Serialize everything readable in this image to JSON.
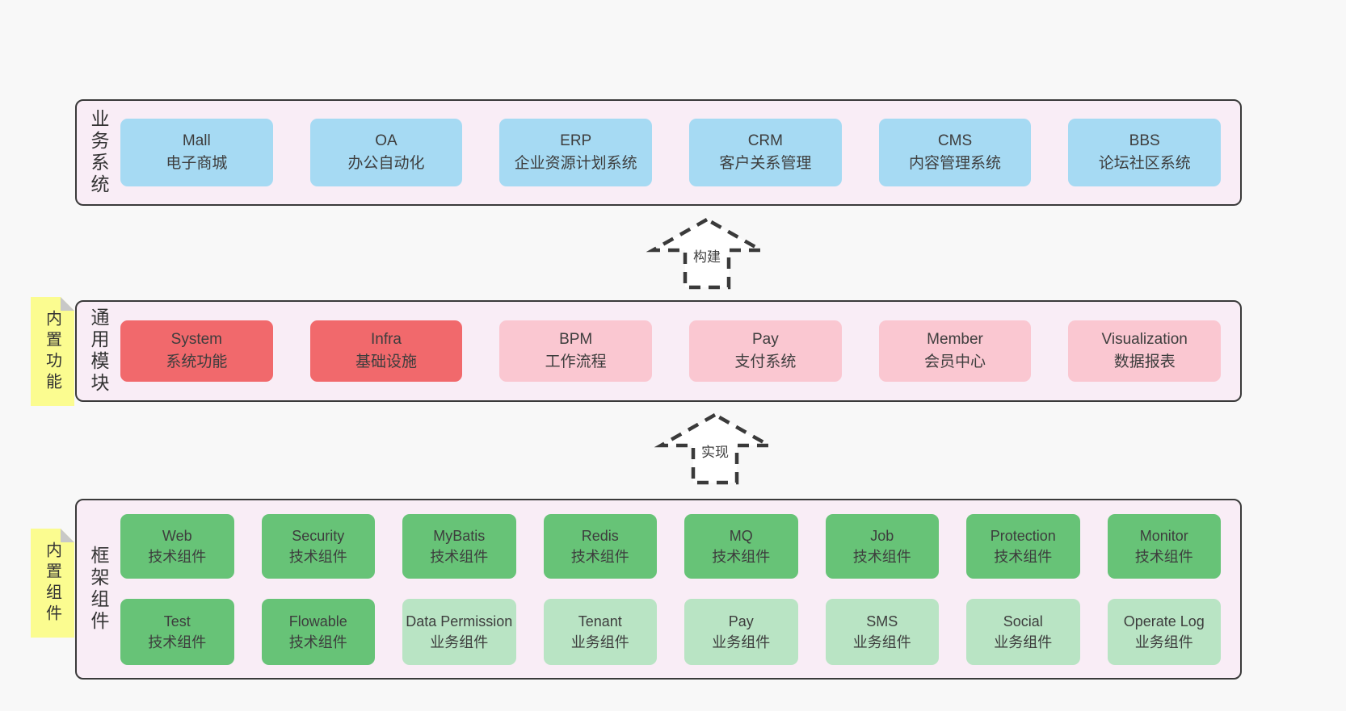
{
  "palette": {
    "page_background": "#f8f8f8",
    "band_background": "#f9edf6",
    "band_border": "#3a3a3a",
    "blue_box": "#a6daf3",
    "red_box": "#f1696c",
    "pink_box": "#fac7d1",
    "green_box": "#67c377",
    "light_green_box": "#b9e4c4",
    "sticky_note": "#fbfc90",
    "note_fold": "#c8c8c8",
    "text": "#3d3d3d"
  },
  "arrows": [
    {
      "label": "构建"
    },
    {
      "label": "实现"
    }
  ],
  "bands": [
    {
      "label": "业务系统",
      "boxes": [
        {
          "title": "Mall",
          "subtitle": "电子商城"
        },
        {
          "title": "OA",
          "subtitle": "办公自动化"
        },
        {
          "title": "ERP",
          "subtitle": "企业资源计划系统"
        },
        {
          "title": "CRM",
          "subtitle": "客户关系管理"
        },
        {
          "title": "CMS",
          "subtitle": "内容管理系统"
        },
        {
          "title": "BBS",
          "subtitle": "论坛社区系统"
        }
      ]
    },
    {
      "label": "通用模块",
      "note": "内置功能",
      "boxes": [
        {
          "title": "System",
          "subtitle": "系统功能"
        },
        {
          "title": "Infra",
          "subtitle": "基础设施"
        },
        {
          "title": "BPM",
          "subtitle": "工作流程"
        },
        {
          "title": "Pay",
          "subtitle": "支付系统"
        },
        {
          "title": "Member",
          "subtitle": "会员中心"
        },
        {
          "title": "Visualization",
          "subtitle": "数据报表"
        }
      ]
    },
    {
      "label": "框架组件",
      "note": "内置组件",
      "rows": [
        [
          {
            "title": "Web",
            "subtitle": "技术组件"
          },
          {
            "title": "Security",
            "subtitle": "技术组件"
          },
          {
            "title": "MyBatis",
            "subtitle": "技术组件"
          },
          {
            "title": "Redis",
            "subtitle": "技术组件"
          },
          {
            "title": "MQ",
            "subtitle": "技术组件"
          },
          {
            "title": "Job",
            "subtitle": "技术组件"
          },
          {
            "title": "Protection",
            "subtitle": "技术组件"
          },
          {
            "title": "Monitor",
            "subtitle": "技术组件"
          }
        ],
        [
          {
            "title": "Test",
            "subtitle": "技术组件"
          },
          {
            "title": "Flowable",
            "subtitle": "技术组件"
          },
          {
            "title": "Data Permission",
            "subtitle": "业务组件"
          },
          {
            "title": "Tenant",
            "subtitle": "业务组件"
          },
          {
            "title": "Pay",
            "subtitle": "业务组件"
          },
          {
            "title": "SMS",
            "subtitle": "业务组件"
          },
          {
            "title": "Social",
            "subtitle": "业务组件"
          },
          {
            "title": "Operate Log",
            "subtitle": "业务组件"
          }
        ]
      ]
    }
  ]
}
